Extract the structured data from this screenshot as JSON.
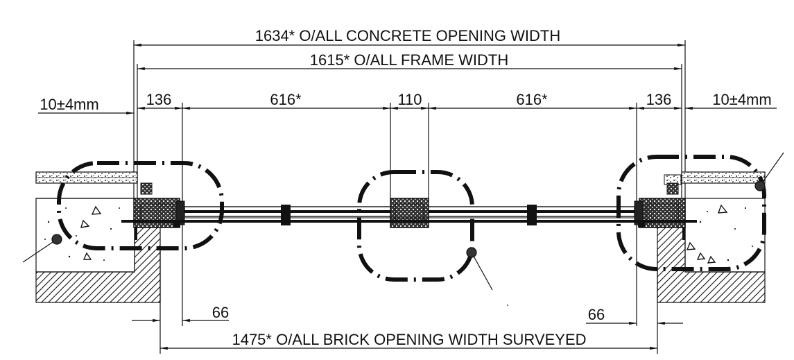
{
  "drawing": {
    "line_color": "#111111",
    "background_color": "#ffffff",
    "dimensions": {
      "concrete_opening": "1634* O/ALL CONCRETE OPENING WIDTH",
      "frame_width": "1615* O/ALL FRAME WIDTH",
      "tolerance_left": "10±4mm",
      "tolerance_right": "10±4mm",
      "side_left": "136",
      "side_right": "136",
      "pane_left": "616*",
      "pane_right": "616*",
      "mullion": "110",
      "reveal_left": "66",
      "reveal_right": "66",
      "brick_opening": "1475* O/ALL BRICK OPENING WIDTH SURVEYED"
    }
  }
}
